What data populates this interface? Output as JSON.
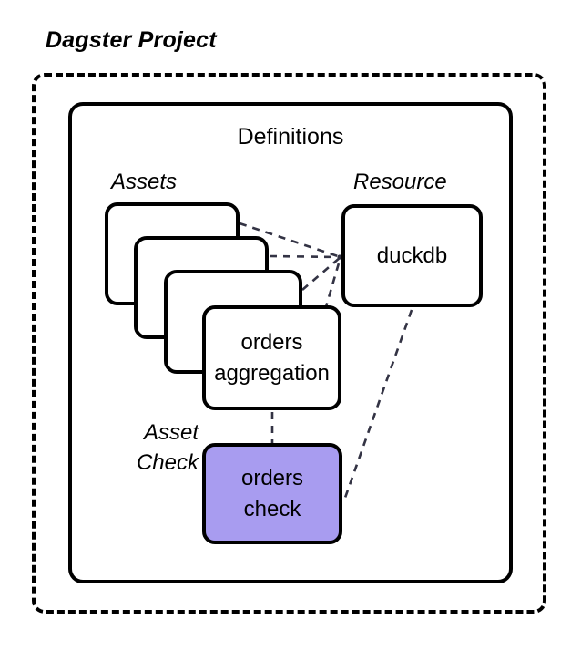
{
  "diagram": {
    "type": "architecture-diagram",
    "title": "Dagster Project",
    "container": {
      "label": "Definitions"
    },
    "groups": {
      "assets_label": "Assets",
      "resource_label": "Resource",
      "asset_check_label": "Asset\nCheck",
      "asset_check_label_line1": "Asset",
      "asset_check_label_line2": "Check"
    },
    "nodes": {
      "asset_stack_card_1": "",
      "asset_stack_card_2": "",
      "asset_stack_card_3": "",
      "asset_front": "orders\naggregation",
      "asset_front_line1": "orders",
      "asset_front_line2": "aggregation",
      "resource": "duckdb",
      "asset_check": "orders\ncheck",
      "asset_check_line1": "orders",
      "asset_check_line2": "check"
    },
    "edges": [
      {
        "from": "asset_stack_card_1",
        "to": "resource",
        "style": "dashed"
      },
      {
        "from": "asset_stack_card_2",
        "to": "resource",
        "style": "dashed"
      },
      {
        "from": "asset_stack_card_3",
        "to": "resource",
        "style": "dashed"
      },
      {
        "from": "asset_front",
        "to": "resource",
        "style": "dashed"
      },
      {
        "from": "asset_front",
        "to": "asset_check",
        "style": "dashed"
      },
      {
        "from": "resource",
        "to": "asset_check",
        "style": "dashed"
      }
    ],
    "colors": {
      "stroke": "#000000",
      "background": "#ffffff",
      "asset_check_fill": "#a89cf0",
      "connector": "#333344"
    }
  }
}
